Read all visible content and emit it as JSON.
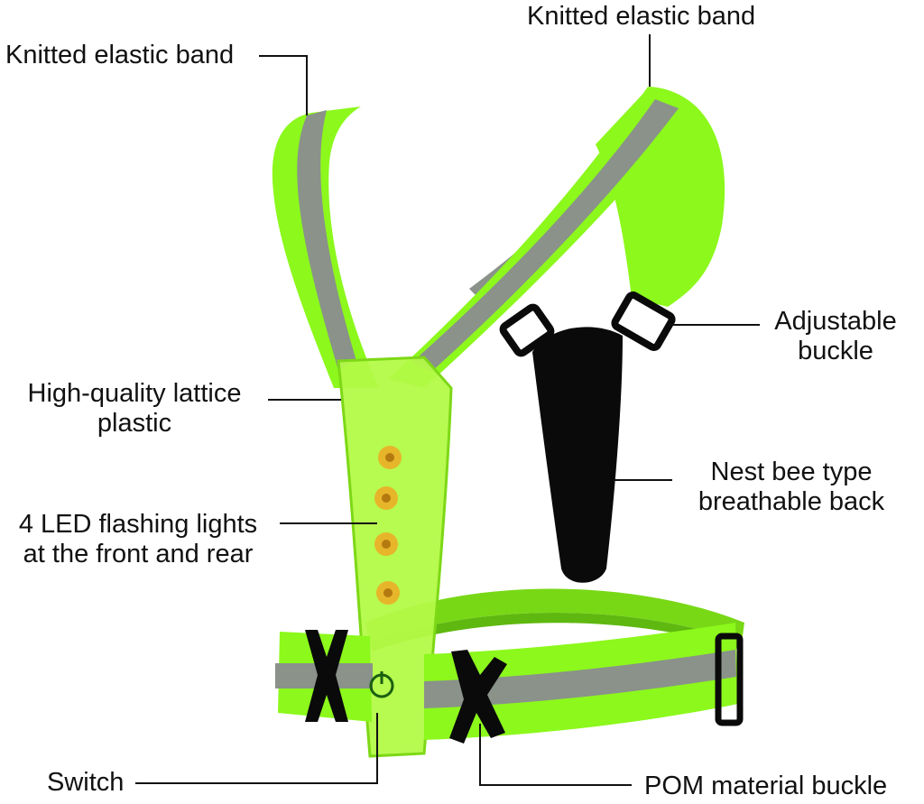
{
  "colors": {
    "neon_green": "#8cf81c",
    "green_shade": "#6fd012",
    "reflective_gray": "#8a928a",
    "black": "#0a0a0a",
    "led_amber": "#e7b52a"
  },
  "labels": {
    "band_left": "Knitted elastic band",
    "band_top": "Knitted elastic band",
    "buckle_adjust_line1": "Adjustable",
    "buckle_adjust_line2": "buckle",
    "lattice_line1": "High-quality lattice",
    "lattice_line2": "plastic",
    "back_line1": "Nest bee type",
    "back_line2": "breathable back",
    "led_line1": "4 LED flashing lights",
    "led_line2": "at the front and rear",
    "switch": "Switch",
    "pom_buckle": "POM material buckle"
  },
  "icons": [
    "power-icon",
    "led-light-icon"
  ]
}
